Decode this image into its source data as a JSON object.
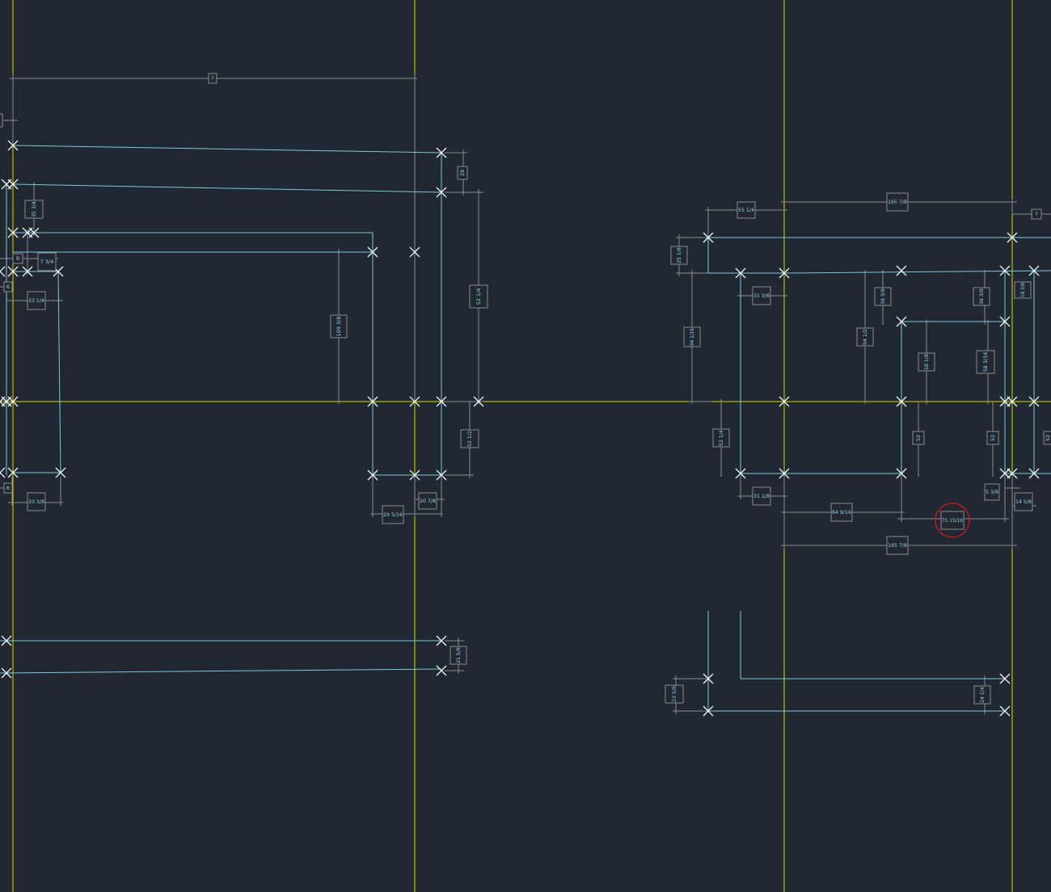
{
  "colors": {
    "background": "#222831",
    "guide": "#d8d800",
    "part": "#7fc8dc",
    "dimension": "#8a8a8a",
    "marker": "#e8f2f5",
    "highlight": "#d01c1c"
  },
  "labels": {
    "d_top": "?",
    "d_left_edge": "",
    "d_28": "28",
    "d_35_3_4": "35 3/4",
    "d_9": "9",
    "d_7_3_4": "7 3/4",
    "d_6a": "6",
    "d_33_1_4": "33 1/4",
    "d_109_3_8": "109 3/8",
    "d_52_1_4a": "52 1/4",
    "d_52_1_2": "52 1/2",
    "d_6b": "6",
    "d_33_3_8": "33 3/8",
    "d_29_5_16": "29 5/16",
    "d_20_7_8": "20 7/8",
    "d_21_5_8": "21 5/8",
    "d_55_1_4": "55 1/4",
    "d_165_7_8a": "165 7/8",
    "d_qr": "?",
    "d_25_1_8": "25 1/8",
    "d_31_3_8": "31 3/8",
    "d_36_3_8a": "36 3/8",
    "d_36_3_8b": "36 3/8",
    "d_18_3_8": "18 3/8",
    "d_94_1_16": "94 1/16",
    "d_94_1_2": "94 1/2",
    "d_58_1_8": "58 1/8",
    "d_58_3_16": "58 3/16",
    "d_52_1_4b": "52 1/4",
    "d_52a": "52",
    "d_52b": "52",
    "d_52c": "52",
    "d_31_1_8": "31 1/8",
    "d_5_3_8": "5 3/8",
    "d_14_5_8": "14 5/8",
    "d_84_9_16": "84 9/16",
    "d_75_15_16": "75 15/16",
    "d_165_7_8b": "165 7/8",
    "d_23_5_8": "23 5/8",
    "d_24_1_4": "24 1/4"
  }
}
